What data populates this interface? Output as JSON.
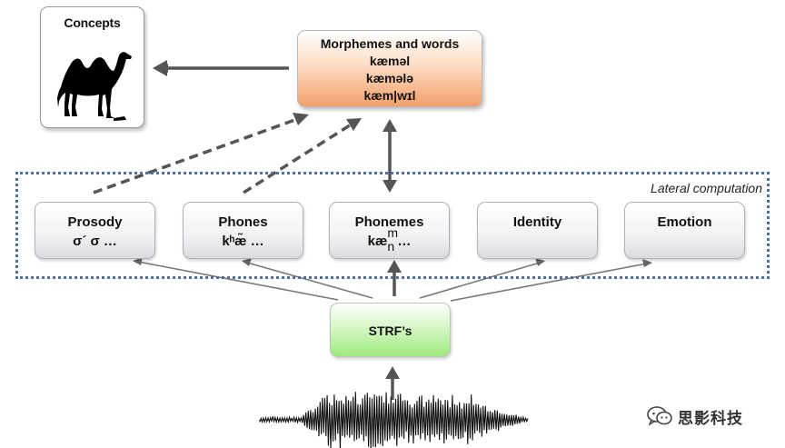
{
  "concepts": {
    "title": "Concepts",
    "image": "camel-silhouette"
  },
  "morphemes": {
    "title": "Morphemes and words",
    "lines": [
      "kæməl",
      "kæmələ",
      "kæm|wɪl"
    ]
  },
  "lateral": {
    "label": "Lateral computation"
  },
  "nodes": [
    {
      "title": "Prosody",
      "sub": "σ´ σ …"
    },
    {
      "title": "Phones",
      "sub": "kʰæ̃ …"
    },
    {
      "title": "Phonemes",
      "sub_pre": "kæ",
      "sub_sup": "m",
      "sub_sub": "n",
      "sub_post": "…"
    },
    {
      "title": "Identity",
      "sub": ""
    },
    {
      "title": "Emotion",
      "sub": ""
    }
  ],
  "strf": {
    "label": "STRF’s"
  },
  "watermark": {
    "icon": "wechat-icon",
    "text": "思影科技"
  },
  "colors": {
    "morph_fill": "#f4a06a",
    "strf_fill": "#9eea80",
    "frame_border": "#4a7298",
    "arrow": "#555555"
  }
}
